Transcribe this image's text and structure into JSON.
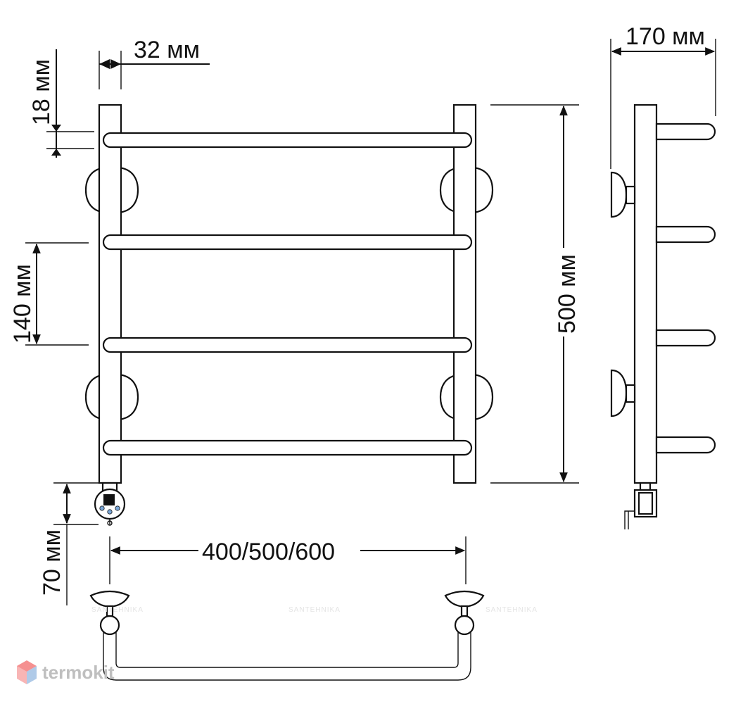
{
  "dimensions": {
    "pipe_width": "32 мм",
    "top_offset": "18 мм",
    "rung_spacing": "140 мм",
    "height": "500 мм",
    "depth": "170 мм",
    "bottom_offset": "70 мм",
    "widths": "400/500/600"
  },
  "brand": {
    "name": "termokit",
    "watermark": "SANTEHNIKA"
  },
  "colors": {
    "line": "#111111",
    "brand_text": "#bfbfbf",
    "brand_logo_top": "#f26b6b",
    "brand_logo_side": "#7aa7d8"
  }
}
